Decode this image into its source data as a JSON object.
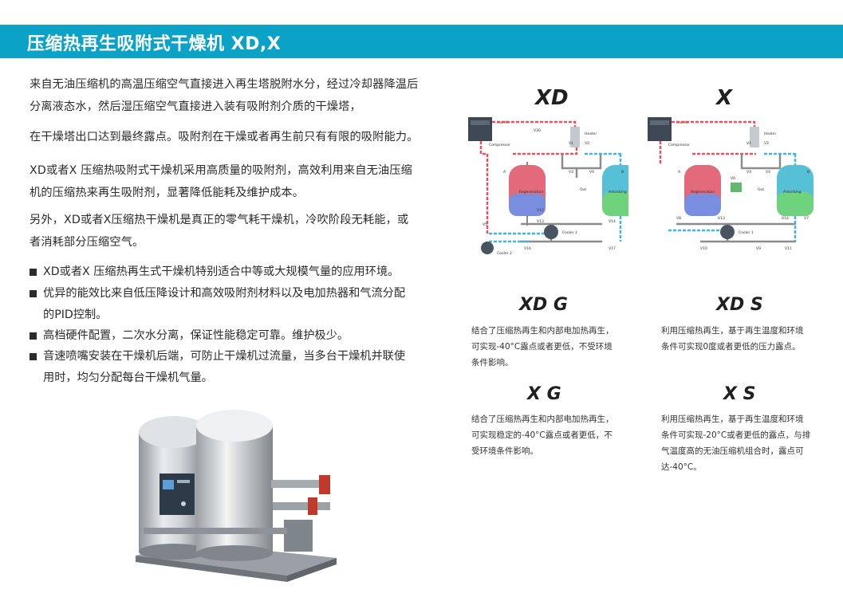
{
  "header": {
    "title": "压缩热再生吸附式干燥机 XD,X"
  },
  "intro": {
    "p1_line1": "来自无油压缩机的高温压缩空气直接进入再生塔脱附水分，经过冷却器降温后",
    "p1_line2": "分离液态水，然后湿压缩空气直接进入装有吸附剂介质的干燥塔，",
    "p2": "在干燥塔出口达到最终露点。吸附剂在干燥或者再生前只有有限的吸附能力。",
    "p3_line1": "XD或者X 压缩热吸附式干燥机采用高质量的吸附剂，高效利用来自无油压缩",
    "p3_line2": "机的压缩热来再生吸附剂，显著降低能耗及维护成本。",
    "p4_line1": "另外，XD或者X压缩热干燥机是真正的零气耗干燥机，冷吹阶段无耗能，或",
    "p4_line2": "者消耗部分压缩空气。"
  },
  "bullets": [
    {
      "lines": [
        "XD或者X 压缩热再生式干燥机特别适合中等或大规模气量的应用环境。"
      ]
    },
    {
      "lines": [
        "优异的能效比来自低压降设计和高效吸附剂材料以及电加热器和气流分配",
        "的PID控制。"
      ]
    },
    {
      "lines": [
        "高档硬件配置，二次水分离，保证性能稳定可靠。维护极少。"
      ]
    },
    {
      "lines": [
        "音速喷嘴安装在干燥机后端，可防止干燥机过流量，当多台干燥机并联使",
        "用时，均匀分配每台干燥机气量。"
      ]
    }
  ],
  "diagrams": {
    "left_title": "XD",
    "right_title": "X",
    "labels": {
      "hot_air": "Hot Air",
      "compressor": "Compressor",
      "heater": "Heater",
      "out": "Out",
      "cooler1": "Cooler 1",
      "cooler2": "Cooler 2",
      "regeneration": "Regeneration",
      "adsorbing": "Adsorbing",
      "tower_a": "A",
      "tower_b": "B",
      "v1": "V1",
      "v2": "V2",
      "v3": "V3",
      "v4": "V4",
      "v5": "V5",
      "v6": "V6",
      "v7": "V7",
      "v8": "V8",
      "v9": "V9",
      "v10": "V10",
      "v11": "V11",
      "v12": "V12",
      "v13": "V13",
      "v14": "V14",
      "v16": "V16",
      "v17": "V17",
      "v30": "V30"
    }
  },
  "models": [
    {
      "title": "XD G",
      "lines": [
        "结合了压缩热再生和内部电加热再生，",
        "可实现-40°C露点或者更低，不受环境",
        "条件影响。"
      ]
    },
    {
      "title": "XD S",
      "lines": [
        "利用压缩热再生，基于再生温度和环境",
        "条件可实现0度或者更低的压力露点。"
      ]
    },
    {
      "title": "X G",
      "lines": [
        "结合了压缩热再生和内部电加热再生，",
        "可实现稳定的-40°C露点或者更低，不",
        "受环境条件影响。"
      ]
    },
    {
      "title": "X S",
      "lines": [
        "利用压缩热再生，基于再生温度和环境",
        "条件可实现-20°C或者更低的露点，与排",
        "气温度高的无油压缩机组合时，露点可",
        "达-40°C。"
      ]
    }
  ],
  "colors": {
    "header_bg": "#0aa2c6",
    "hot_pipe": "#e8505b",
    "cool_pipe": "#3fb6e0",
    "grey_pipe": "#8c8c8c"
  },
  "product_image": {
    "icon": "dryer-product-photo"
  }
}
